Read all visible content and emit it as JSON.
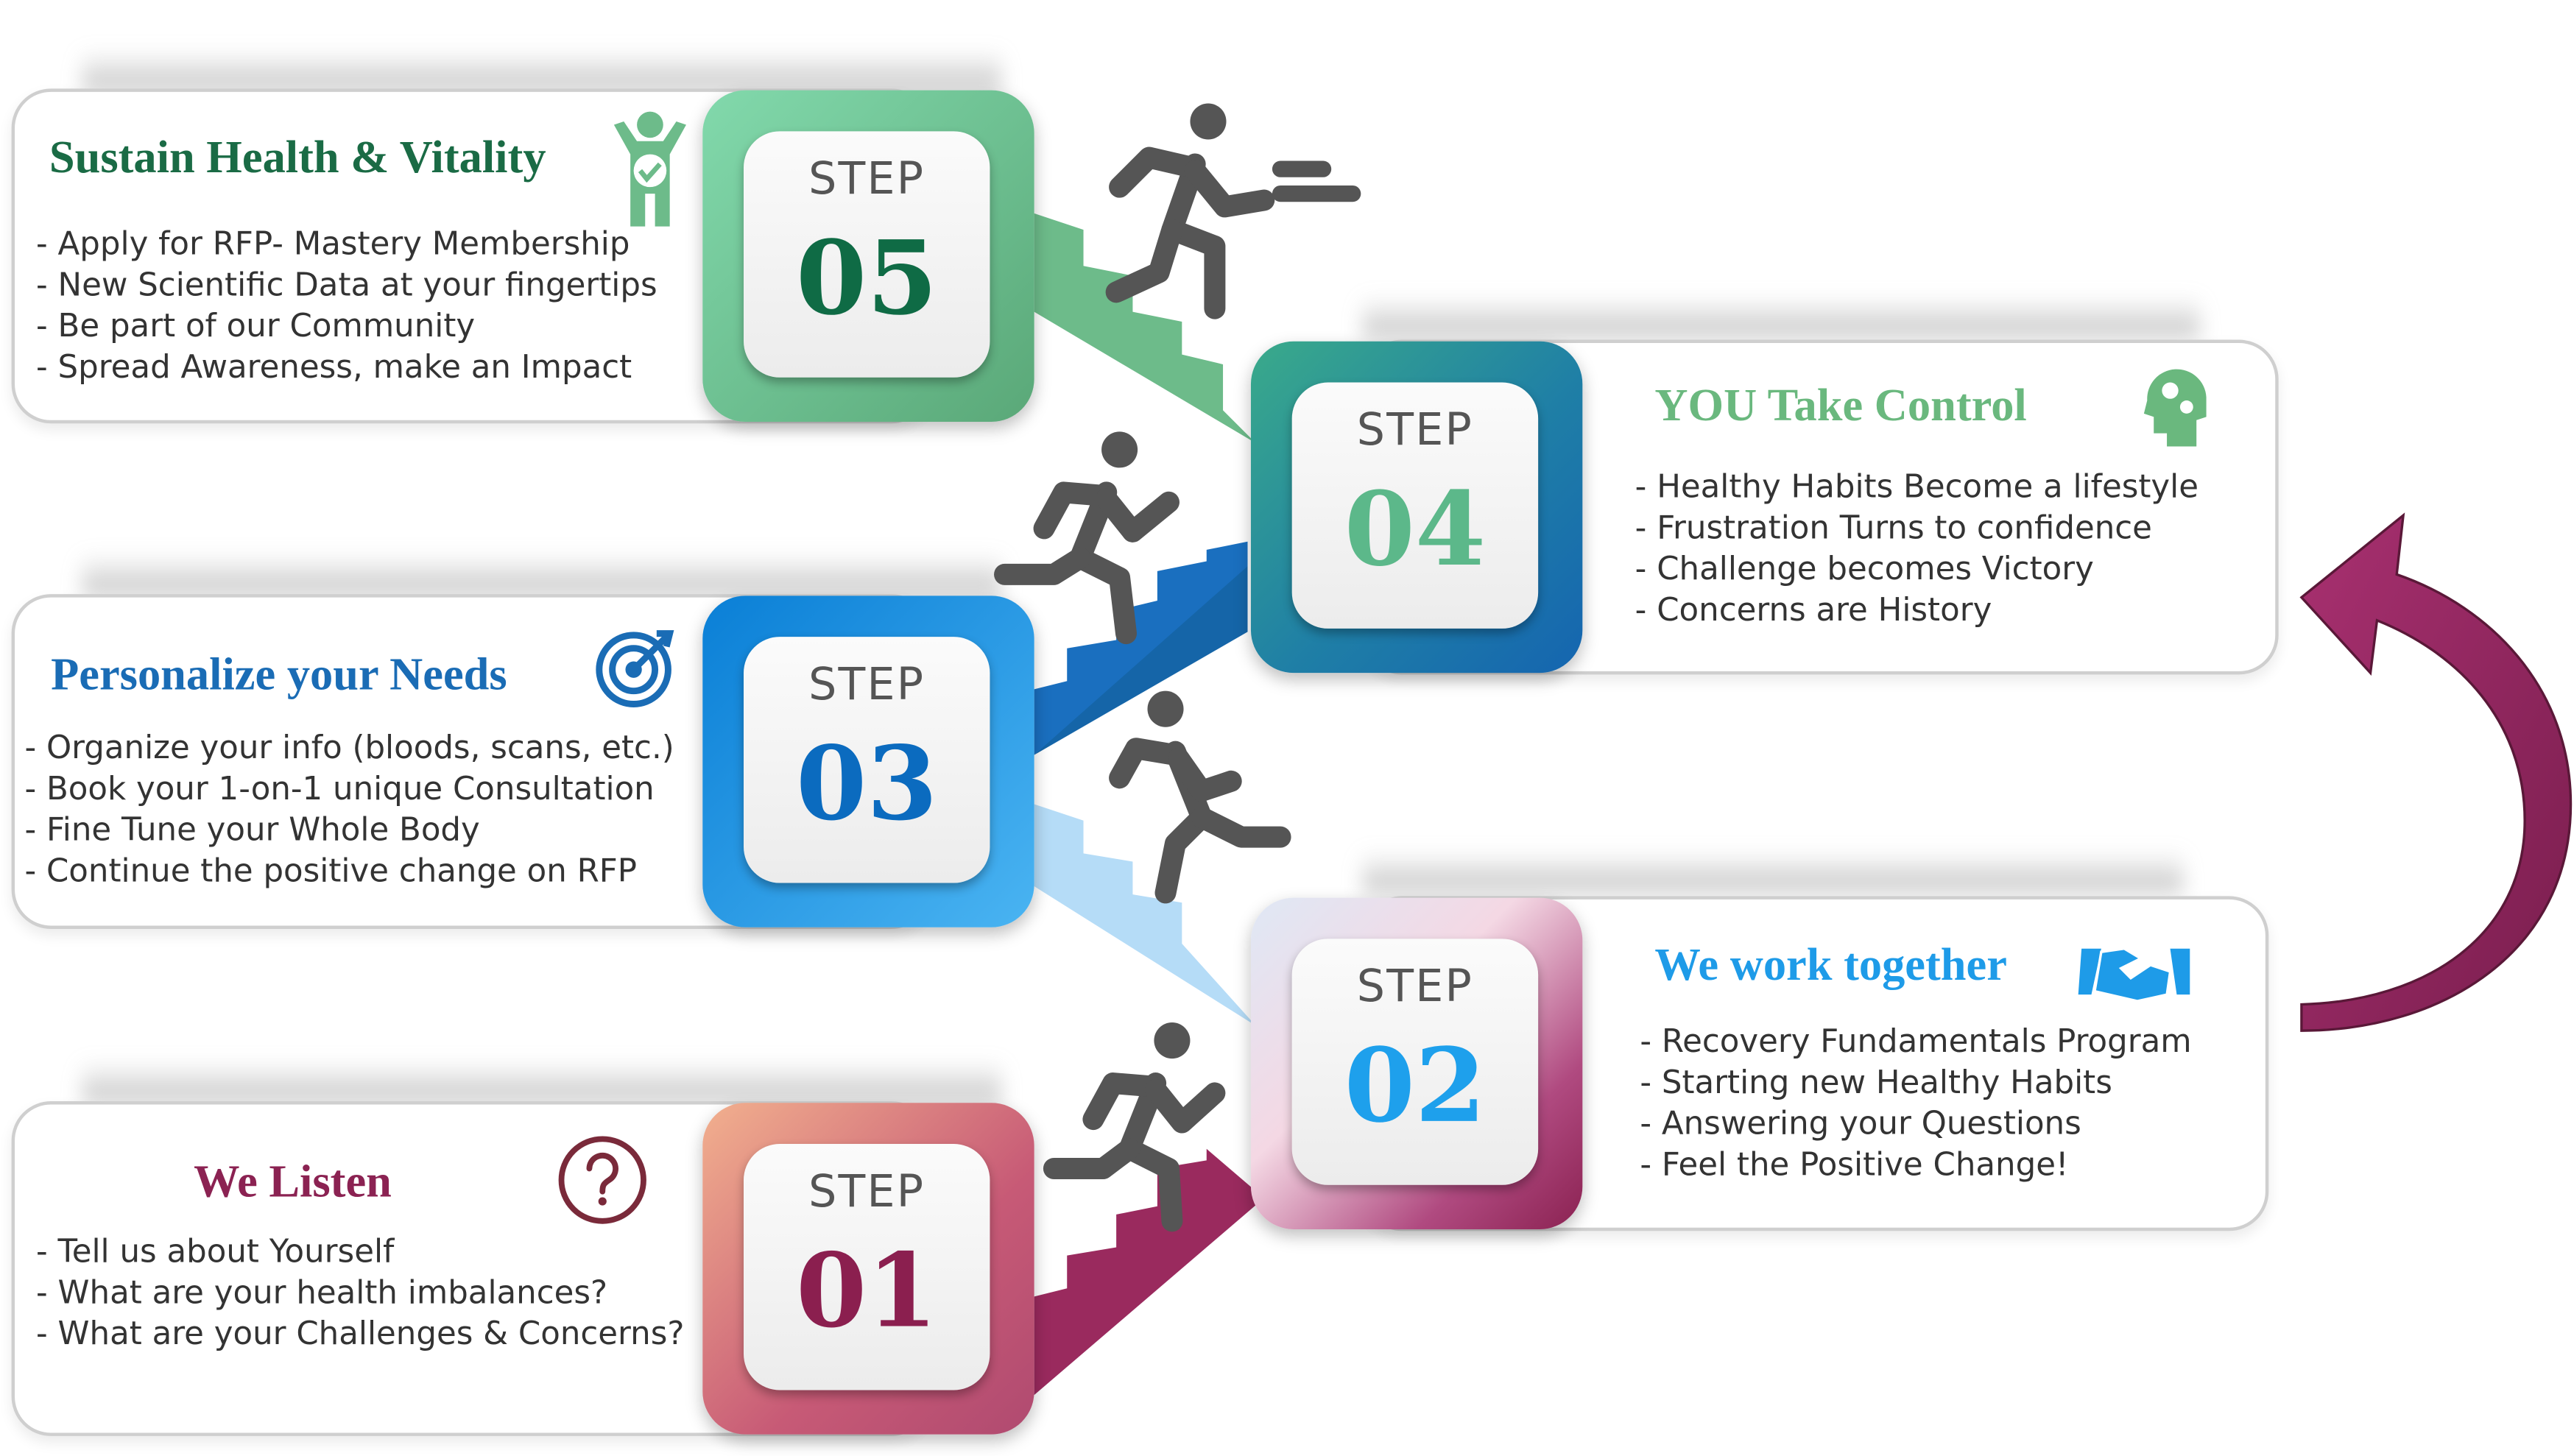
{
  "step_label": "STEP",
  "steps": [
    {
      "num": "05",
      "title": "Sustain Health & Vitality",
      "icon": "healthy-person-icon",
      "color": "#1a6b45",
      "bullets": [
        "- Apply for RFP- Mastery Membership",
        "- New Scientific Data at your fingertips",
        "- Be part of our Community",
        "- Spread Awareness, make an Impact"
      ]
    },
    {
      "num": "04",
      "title": "YOU Take Control",
      "icon": "head-gears-icon",
      "color": "#6ab87e",
      "bullets": [
        "- Healthy Habits Become a lifestyle",
        "- Frustration Turns to confidence",
        "- Challenge becomes Victory",
        "- Concerns are History"
      ]
    },
    {
      "num": "03",
      "title": "Personalize your Needs",
      "icon": "target-icon",
      "color": "#1a6cb5",
      "bullets": [
        "- Organize your info (bloods, scans, etc.)",
        "- Book your 1-on-1 unique Consultation",
        "- Fine Tune your Whole Body",
        "- Continue the positive change on RFP"
      ]
    },
    {
      "num": "02",
      "title": "We work together",
      "icon": "handshake-icon",
      "color": "#1e9be8",
      "bullets": [
        "- Recovery Fundamentals Program",
        "- Starting new Healthy Habits",
        "- Answering your Questions",
        "- Feel the Positive Change!"
      ]
    },
    {
      "num": "01",
      "title": "We Listen",
      "icon": "question-icon",
      "color": "#8b2252",
      "bullets": [
        "- Tell us about Yourself",
        "- What are your health imbalances?",
        "- What are your Challenges & Concerns?"
      ]
    }
  ],
  "colors": {
    "green": "#6dbb8a",
    "teal": "#1f7fa6",
    "blue": "#0a7fd6",
    "lightblue": "#b5dcf7",
    "maroon": "#9a2a5e"
  }
}
